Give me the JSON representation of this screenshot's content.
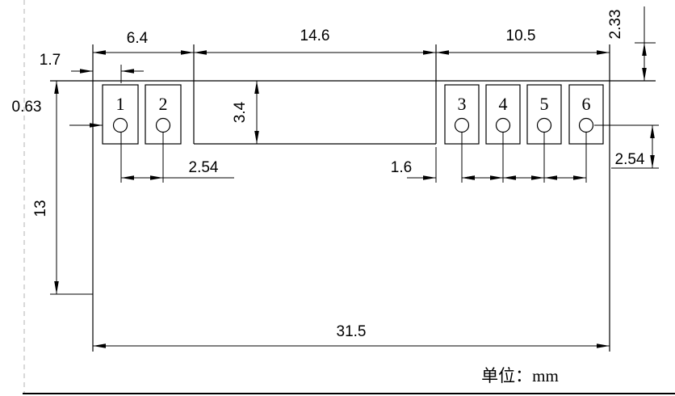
{
  "unit_label": "单位：mm",
  "colors": {
    "pad_number_red": "#ff0000",
    "line_black": "#000000",
    "centerline_gray": "#b3b3b3"
  },
  "pads": [
    {
      "label": "1"
    },
    {
      "label": "2"
    },
    {
      "label": "3"
    },
    {
      "label": "4"
    },
    {
      "label": "5"
    },
    {
      "label": "6"
    }
  ],
  "dimensions": {
    "pads12_width": "6.4",
    "center_width": "14.6",
    "pads36_width": "10.5",
    "top_right_offset": "2.33",
    "pad1_offset": "1.7",
    "edge_to_hole": "0.63",
    "slot_height": "3.4",
    "pad12_pitch": "2.54",
    "pad3_gap": "1.6",
    "pad6_row_pitch": "2.54",
    "body_height": "13",
    "overall_width": "31.5"
  }
}
